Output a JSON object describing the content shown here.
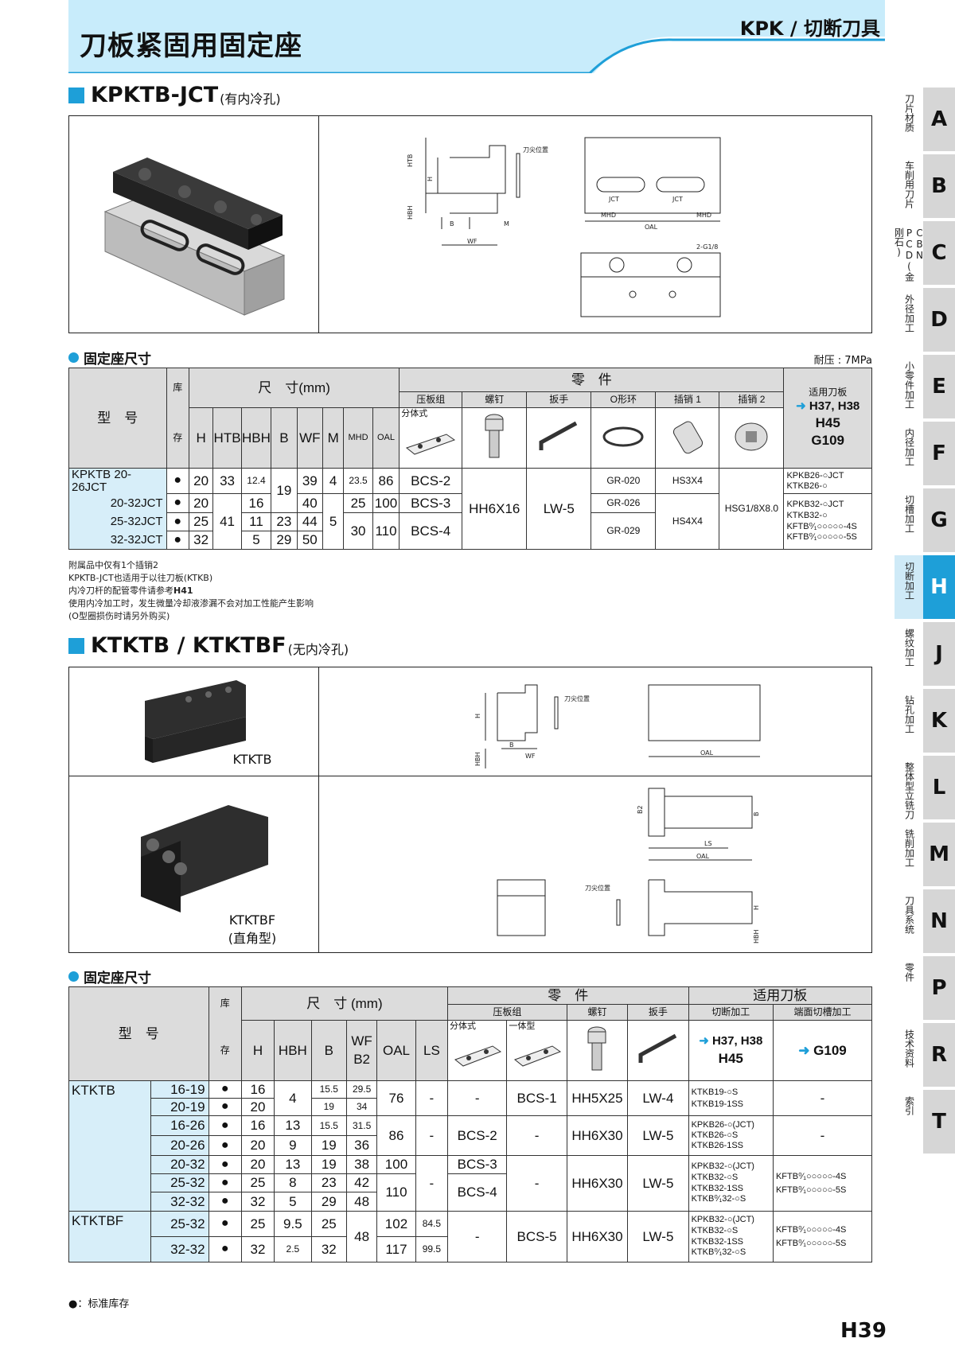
{
  "header": {
    "title": "刀板紧固用固定座",
    "category": "KPK / 切断刀具",
    "page": "H39"
  },
  "side_tabs": [
    {
      "label": "刀片材质",
      "letter": "A"
    },
    {
      "label": "车削用刀片",
      "letter": "B"
    },
    {
      "label": "CBN PCD(金刚石)",
      "letter": "C"
    },
    {
      "label": "外径加工",
      "letter": "D"
    },
    {
      "label": "小零件加工",
      "letter": "E"
    },
    {
      "label": "内径加工",
      "letter": "F"
    },
    {
      "label": "切槽加工",
      "letter": "G"
    },
    {
      "label": "切断加工",
      "letter": "H",
      "active": true
    },
    {
      "label": "螺纹加工",
      "letter": "J"
    },
    {
      "label": "钻孔加工",
      "letter": "K"
    },
    {
      "label": "整体型立铣刀",
      "letter": "L"
    },
    {
      "label": "铣削加工",
      "letter": "M"
    },
    {
      "label": "刀具系统",
      "letter": "N"
    },
    {
      "label": "零件",
      "letter": "P"
    },
    {
      "label": "技术资料",
      "letter": "R"
    },
    {
      "label": "索引",
      "letter": "T"
    }
  ],
  "section1": {
    "title": "KPKTB-JCT",
    "subtitle": "(有内冷孔)",
    "dims_heading": "固定座尺寸",
    "pressure": "耐压 : 7MPa",
    "drawing_labels": {
      "htb": "HTB",
      "h": "H",
      "hbh": "HBH",
      "b": "B",
      "wf": "WF",
      "m": "M",
      "tip": "刀尖位置",
      "mhd": "MHD",
      "oal": "OAL",
      "g18": "2-G1/8",
      "jct": "JCT"
    },
    "table": {
      "h_model": "型　号",
      "h_stock": "库存",
      "h_dims": "尺　寸(mm)",
      "h_parts": "零　件",
      "h_insert": "适用刀板",
      "dim_cols": [
        "H",
        "HTB",
        "HBH",
        "B",
        "WF",
        "M",
        "MHD",
        "OAL"
      ],
      "part_cols": [
        "压板组",
        "螺钉",
        "扳手",
        "O形环",
        "插销 1",
        "插销 2"
      ],
      "split_note": "分体式",
      "insert_ref": "H37, H38",
      "insert_ref2": "H45",
      "insert_ref3": "G109",
      "rows": [
        {
          "model": "KPKTB 20-26JCT",
          "stock": "●",
          "H": "20",
          "HTB": "33",
          "HBH": "12.4",
          "B": "19",
          "WF": "39",
          "M": "4",
          "MHD": "23.5",
          "OAL": "86",
          "clamp": "BCS-2",
          "screw": "HH6X16",
          "wrench": "LW-5",
          "oring": "GR-020",
          "pin1": "HS3X4",
          "pin2": "HSG1/8X8.0",
          "ins1": "KPKB26-○JCT",
          "ins2": "KTKB26-○"
        },
        {
          "model": "20-32JCT",
          "stock": "●",
          "H": "20",
          "HTB": "41",
          "HBH": "16",
          "WF": "40",
          "M": "5",
          "MHD": "25",
          "OAL": "100",
          "clamp": "BCS-3",
          "oring": "GR-026",
          "pin1": "HS4X4",
          "ins1": "KPKB32-○JCT",
          "ins2": "KTKB32-○",
          "ins3": "KFTB⁰⁄₁○○○○○-4S",
          "ins4": "KFTB⁰⁄₁○○○○○-5S"
        },
        {
          "model": "25-32JCT",
          "stock": "●",
          "H": "25",
          "HBH": "11",
          "B": "23",
          "WF": "44",
          "MHD": "30",
          "OAL": "110",
          "clamp": "BCS-4",
          "oring": "GR-029"
        },
        {
          "model": "32-32JCT",
          "stock": "●",
          "H": "32",
          "HBH": "5",
          "B": "29",
          "WF": "50"
        }
      ]
    },
    "notes": [
      "附属品中仅有1个插销2",
      "KPKTB-JCT也适用于以往刀板(KTKB)",
      "内冷刀杆的配管零件请参考",
      "H41",
      "使用内冷加工时，发生微量冷却液渗漏不会对加工性能产生影响",
      "(O型圈损伤时请另外购买)"
    ]
  },
  "section2": {
    "title": "KTKTB / KTKTBF",
    "subtitle": "(无内冷孔)",
    "dims_heading": "固定座尺寸",
    "photo1_label": "KTKTB",
    "photo2_label": "KTKTBF",
    "photo2_sub": "(直角型)",
    "drawing_labels": {
      "h": "H",
      "hbh": "HBH",
      "b": "B",
      "wf": "WF",
      "tip": "刀尖位置",
      "oal": "OAL",
      "b2": "B2",
      "ls": "LS"
    },
    "table": {
      "h_model": "型　号",
      "h_stock": "库存",
      "h_dims": "尺　寸 (mm)",
      "h_parts": "零　件",
      "h_insert": "适用刀板",
      "dim_cols": [
        "H",
        "HBH",
        "B",
        "WF B2",
        "OAL",
        "LS"
      ],
      "clamp": "压板组",
      "split": "分体式",
      "integral": "一体型",
      "screw": "螺钉",
      "wrench": "扳手",
      "cutoff": "切断加工",
      "face": "端面切槽加工",
      "ref_a": "H37, H38",
      "ref_b": "H45",
      "ref_c": "G109",
      "g1": "KTKTB",
      "g2": "KTKTBF",
      "rows": [
        {
          "size": "16-19",
          "stock": "●",
          "H": "16",
          "HBH": "4",
          "B": "15.5",
          "WF": "29.5",
          "OAL": "76",
          "LS": "-",
          "clamp_s": "-",
          "clamp_i": "BCS-1",
          "screw": "HH5X25",
          "wrench": "LW-4",
          "ins": [
            "KTKB19-○S",
            "KTKB19-1SS"
          ],
          "face": "-"
        },
        {
          "size": "20-19",
          "stock": "●",
          "H": "20",
          "B": "19",
          "WF": "34"
        },
        {
          "size": "16-26",
          "stock": "●",
          "H": "16",
          "HBH": "13",
          "B": "15.5",
          "WF": "31.5",
          "OAL": "86",
          "LS": "-",
          "clamp_s": "BCS-2",
          "clamp_i": "-",
          "screw": "HH6X30",
          "wrench": "LW-5",
          "ins": [
            "KPKB26-○(JCT)",
            "KTKB26-○S",
            "KTKB26-1SS"
          ],
          "face": "-"
        },
        {
          "size": "20-26",
          "stock": "●",
          "H": "20",
          "HBH": "9",
          "B": "19",
          "WF": "36"
        },
        {
          "size": "20-32",
          "stock": "●",
          "H": "20",
          "HBH": "13",
          "B": "19",
          "WF": "38",
          "OAL": "100",
          "LS": "-",
          "clamp_s": "BCS-3",
          "clamp_i": "-",
          "screw": "HH6X30",
          "wrench": "LW-5",
          "ins": [
            "KPKB32-○(JCT)",
            "KTKB32-○S",
            "KTKB32-1SS",
            "KTKB⁰⁄₁32-○S"
          ],
          "face": [
            "KFTB⁰⁄₁○○○○○-4S",
            "KFTB⁰⁄₁○○○○○-5S"
          ]
        },
        {
          "size": "25-32",
          "stock": "●",
          "H": "25",
          "HBH": "8",
          "B": "23",
          "WF": "42",
          "OAL": "110",
          "clamp_s": "BCS-4"
        },
        {
          "size": "32-32",
          "stock": "●",
          "H": "32",
          "HBH": "5",
          "B": "29",
          "WF": "48"
        },
        {
          "size": "25-32",
          "stock": "●",
          "H": "25",
          "HBH": "9.5",
          "B": "25",
          "WF": "48",
          "OAL": "102",
          "LS": "84.5",
          "clamp_s": "-",
          "clamp_i": "BCS-5",
          "screw": "HH6X30",
          "wrench": "LW-5",
          "ins": [
            "KPKB32-○(JCT)",
            "KTKB32-○S",
            "KTKB32-1SS",
            "KTKB⁰⁄₁32-○S"
          ],
          "face": [
            "KFTB⁰⁄₁○○○○○-4S",
            "KFTB⁰⁄₁○○○○○-5S"
          ]
        },
        {
          "size": "32-32",
          "stock": "●",
          "H": "32",
          "HBH": "2.5",
          "B": "32",
          "OAL": "117",
          "LS": "99.5"
        }
      ]
    }
  },
  "legend": "●：标准库存",
  "colors": {
    "accent": "#1e9fd8",
    "light": "#d7eef9",
    "header_bg": "#bfe6f8"
  }
}
